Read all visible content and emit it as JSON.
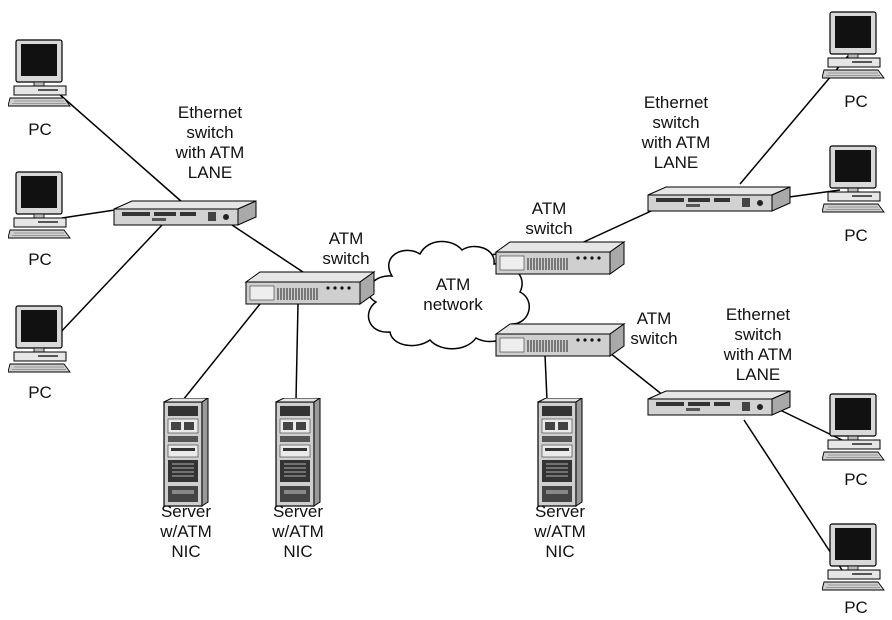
{
  "labels": {
    "pc": "PC",
    "ethernet_switch": "Ethernet\nswitch\nwith ATM\nLANE",
    "atm_switch": "ATM\nswitch",
    "atm_network": "ATM\nnetwork",
    "server": "Server\nw/ATM\nNIC"
  },
  "colors": {
    "line": "#000000",
    "device_fill": "#d9d9d9",
    "screen": "#111111",
    "background": "#ffffff"
  },
  "icons": {
    "pc": "desktop-computer-icon",
    "ethernet_switch": "ethernet-switch-icon",
    "atm_switch": "atm-switch-icon",
    "server": "server-tower-icon",
    "network": "cloud-icon"
  }
}
